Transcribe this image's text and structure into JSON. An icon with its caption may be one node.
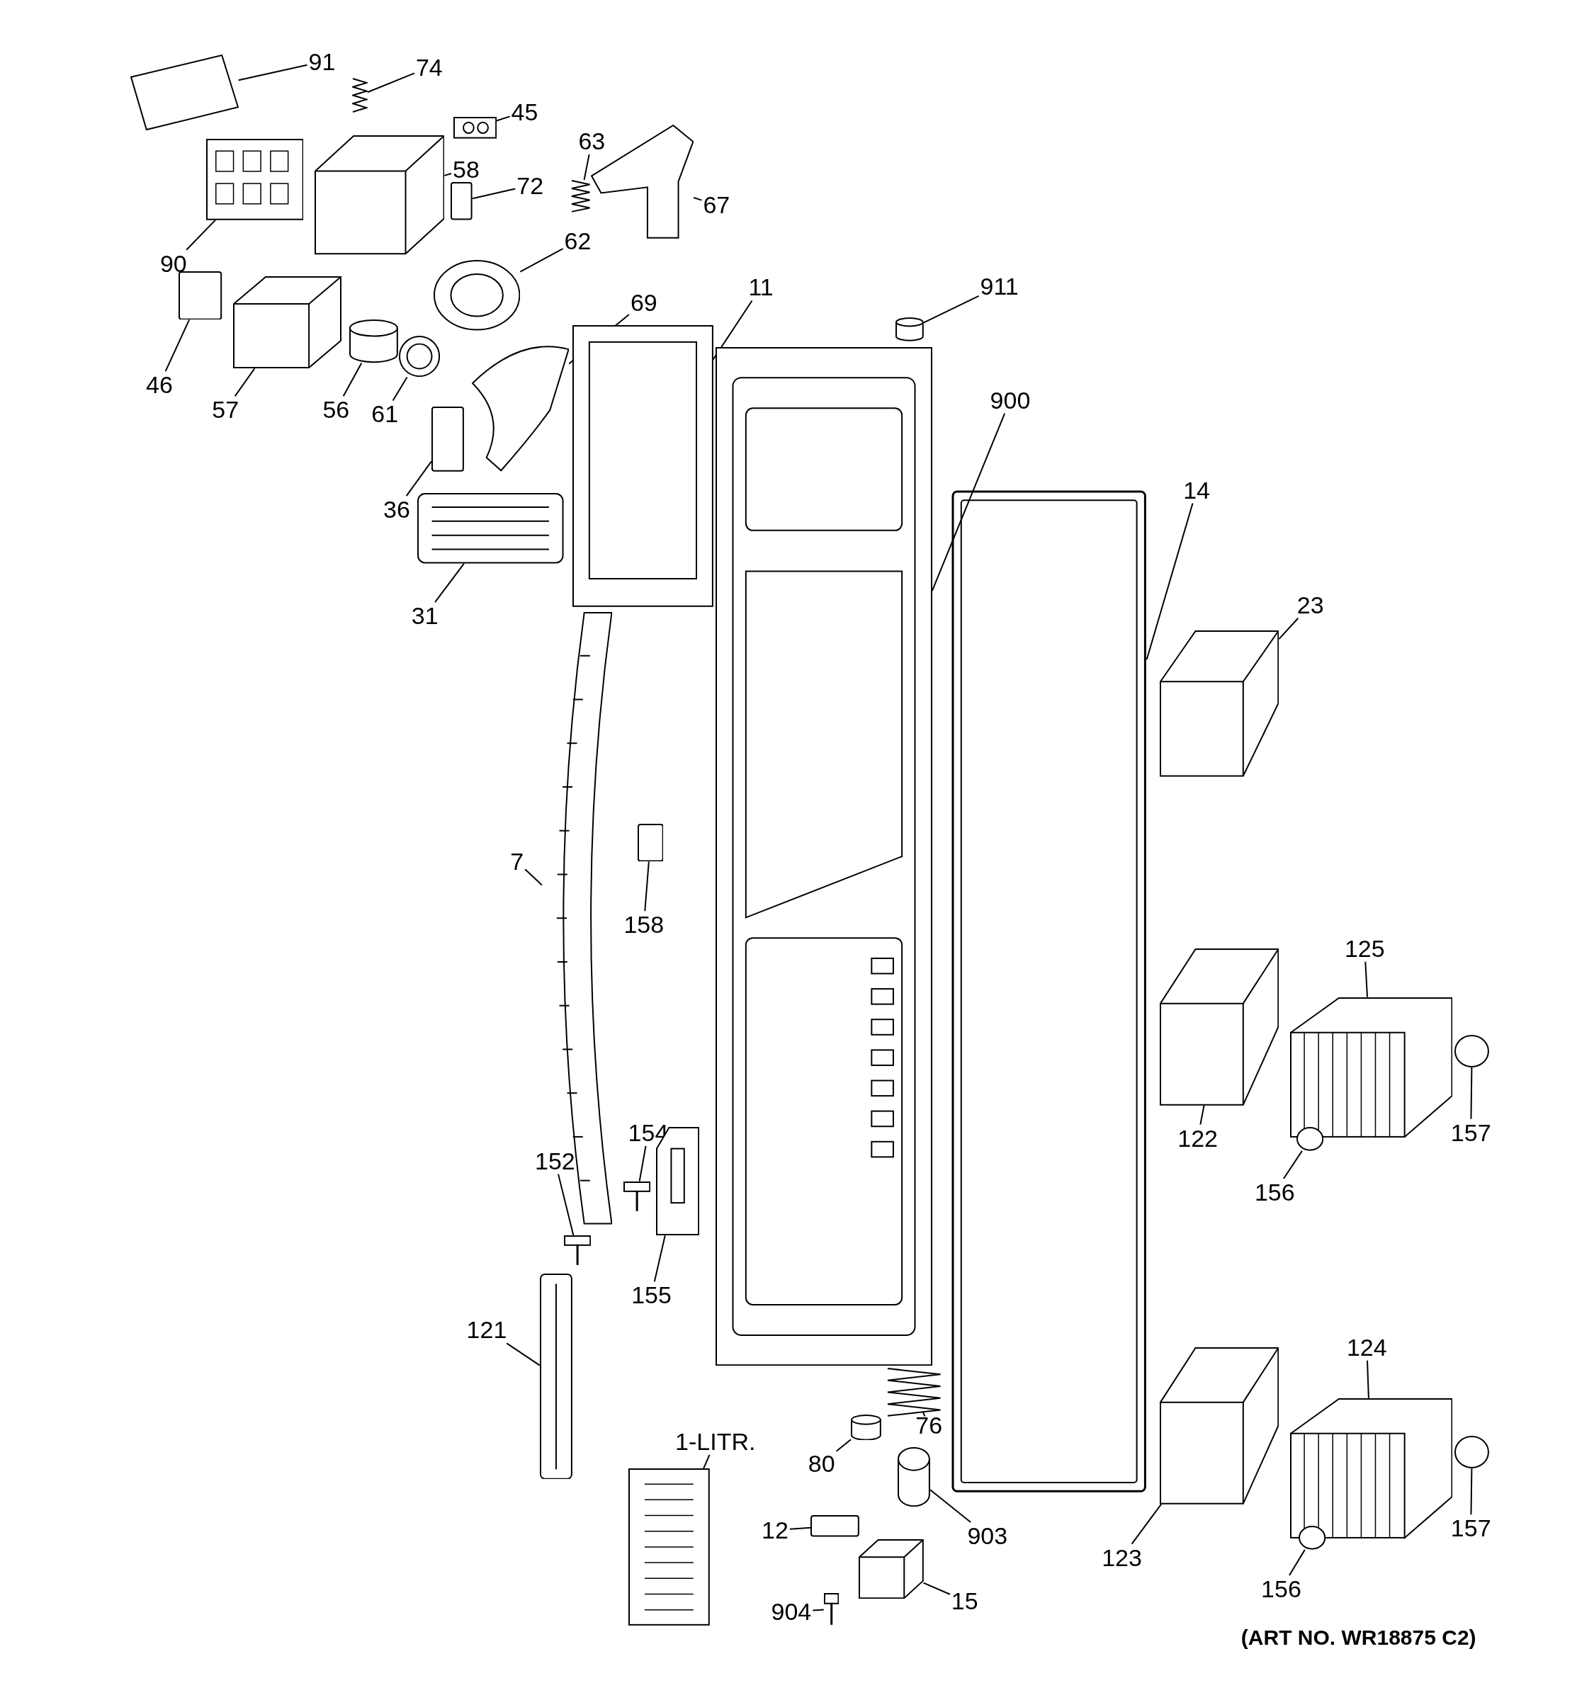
{
  "diagram": {
    "nodes": [
      {
        "text": [
          "91"
        ]
      },
      {
        "text": [
          "74"
        ]
      },
      {
        "text": [
          "45"
        ]
      },
      {
        "text": [
          "63"
        ]
      },
      {
        "text": [
          "67"
        ]
      },
      {
        "text": [
          "58"
        ]
      },
      {
        "text": [
          "72"
        ]
      },
      {
        "text": [
          "90"
        ]
      },
      {
        "text": [
          "62"
        ]
      },
      {
        "text": [
          "46"
        ]
      },
      {
        "text": [
          "57"
        ]
      },
      {
        "text": [
          "56"
        ]
      },
      {
        "text": [
          "61"
        ]
      },
      {
        "text": [
          "69"
        ]
      },
      {
        "text": [
          "11"
        ]
      },
      {
        "text": [
          "911"
        ]
      },
      {
        "text": [
          "900"
        ]
      },
      {
        "text": [
          "36"
        ]
      },
      {
        "text": [
          "31"
        ]
      },
      {
        "text": [
          "14"
        ]
      },
      {
        "text": [
          "23"
        ]
      },
      {
        "text": [
          "7"
        ]
      },
      {
        "text": [
          "158"
        ]
      },
      {
        "text": [
          "125"
        ]
      },
      {
        "text": [
          "157"
        ]
      },
      {
        "text": [
          "122"
        ]
      },
      {
        "text": [
          "156"
        ]
      },
      {
        "text": [
          "154"
        ]
      },
      {
        "text": [
          "152"
        ]
      },
      {
        "text": [
          "155"
        ]
      },
      {
        "text": [
          "121"
        ]
      },
      {
        "text": [
          "124"
        ]
      },
      {
        "text": [
          "157"
        ]
      },
      {
        "text": [
          "123"
        ]
      },
      {
        "text": [
          "156"
        ]
      },
      {
        "text": [
          "76"
        ]
      },
      {
        "text": [
          "80"
        ]
      },
      {
        "text": [
          "1-LITR."
        ]
      },
      {
        "text": [
          "12"
        ]
      },
      {
        "text": [
          "903"
        ]
      },
      {
        "text": [
          "904"
        ]
      },
      {
        "text": [
          "15"
        ]
      },
      {
        "text": [],
        "shape": "picture"
      },
      {
        "text": [],
        "shape": "picture"
      },
      {
        "text": [],
        "shape": "picture"
      },
      {
        "text": [],
        "shape": "picture"
      },
      {
        "text": [],
        "shape": "picture"
      },
      {
        "text": [],
        "shape": "picture"
      },
      {
        "text": [],
        "shape": "box"
      },
      {
        "text": [],
        "shape": "picture"
      },
      {
        "text": [],
        "shape": "picture"
      },
      {
        "text": [],
        "shape": "box"
      },
      {
        "text": [],
        "shape": "picture"
      },
      {
        "text": [],
        "shape": "cylinder"
      },
      {
        "text": [],
        "shape": "picture"
      },
      {
        "text": [],
        "shape": "picture"
      },
      {
        "text": [],
        "shape": "picture"
      },
      {
        "text": [],
        "shape": "cylinder"
      },
      {
        "text": [],
        "shape": "picture"
      },
      {
        "text": [],
        "shape": "box"
      },
      {
        "text": [],
        "shape": "picture"
      },
      {
        "text": [],
        "shape": "picture"
      },
      {
        "text": [],
        "shape": "picture"
      },
      {
        "text": [],
        "shape": "picture"
      },
      {
        "text": [],
        "shape": "box"
      },
      {
        "text": [],
        "shape": "picture"
      },
      {
        "text": [],
        "shape": "circle"
      },
      {
        "text": [],
        "shape": "picture"
      },
      {
        "text": [],
        "shape": "circle"
      },
      {
        "text": [],
        "shape": "picture"
      },
      {
        "text": [],
        "shape": "picture"
      },
      {
        "text": [],
        "shape": "picture"
      },
      {
        "text": [],
        "shape": "picture"
      },
      {
        "text": [],
        "shape": "picture"
      },
      {
        "text": [],
        "shape": "circle"
      },
      {
        "text": [],
        "shape": "picture"
      },
      {
        "text": [],
        "shape": "circle"
      },
      {
        "text": [],
        "shape": "picture"
      },
      {
        "text": [],
        "shape": "cylinder"
      },
      {
        "text": [],
        "shape": "picture"
      },
      {
        "text": [],
        "shape": "box"
      },
      {
        "text": [],
        "shape": "cylinder"
      },
      {
        "text": [],
        "shape": "picture"
      },
      {
        "text": [],
        "shape": "picture"
      }
    ],
    "edges": [
      {
        "from": 0,
        "to": 42,
        "arrow": "none"
      },
      {
        "from": 1,
        "to": 43,
        "arrow": "none"
      },
      {
        "from": 2,
        "to": 44,
        "arrow": "none"
      },
      {
        "from": 3,
        "to": 45,
        "arrow": "none"
      },
      {
        "from": 4,
        "to": 46,
        "arrow": "none"
      },
      {
        "from": 5,
        "to": 47,
        "arrow": "none"
      },
      {
        "from": 6,
        "to": 48,
        "arrow": "none"
      },
      {
        "from": 7,
        "to": 49,
        "arrow": "none"
      },
      {
        "from": 8,
        "to": 50,
        "arrow": "none"
      },
      {
        "from": 9,
        "to": 51,
        "arrow": "none"
      },
      {
        "from": 10,
        "to": 52,
        "arrow": "none"
      },
      {
        "from": 11,
        "to": 53,
        "arrow": "none"
      },
      {
        "from": 12,
        "to": 54,
        "arrow": "none"
      },
      {
        "from": 13,
        "to": 55,
        "arrow": "none"
      },
      {
        "from": 14,
        "to": 56,
        "arrow": "none"
      },
      {
        "from": 15,
        "to": 57,
        "arrow": "none"
      },
      {
        "from": 16,
        "to": 58,
        "arrow": "none"
      },
      {
        "from": 17,
        "to": 59,
        "arrow": "none"
      },
      {
        "from": 18,
        "to": 60,
        "arrow": "none"
      },
      {
        "from": 19,
        "to": 61,
        "arrow": "none"
      },
      {
        "from": 20,
        "to": 62,
        "arrow": "none"
      },
      {
        "from": 21,
        "to": 63,
        "arrow": "none"
      },
      {
        "from": 22,
        "to": 64,
        "arrow": "none"
      },
      {
        "from": 23,
        "to": 65,
        "arrow": "none"
      },
      {
        "from": 24,
        "to": 66,
        "arrow": "none"
      },
      {
        "from": 25,
        "to": 67,
        "arrow": "none"
      },
      {
        "from": 26,
        "to": 68,
        "arrow": "none"
      },
      {
        "from": 27,
        "to": 69,
        "arrow": "none"
      },
      {
        "from": 28,
        "to": 70,
        "arrow": "none"
      },
      {
        "from": 29,
        "to": 71,
        "arrow": "none"
      },
      {
        "from": 30,
        "to": 72,
        "arrow": "none"
      },
      {
        "from": 31,
        "to": 73,
        "arrow": "none"
      },
      {
        "from": 32,
        "to": 74,
        "arrow": "none"
      },
      {
        "from": 33,
        "to": 75,
        "arrow": "none"
      },
      {
        "from": 34,
        "to": 76,
        "arrow": "none"
      },
      {
        "from": 35,
        "to": 77,
        "arrow": "none"
      },
      {
        "from": 36,
        "to": 78,
        "arrow": "none"
      },
      {
        "from": 37,
        "to": 79,
        "arrow": "none"
      },
      {
        "from": 38,
        "to": 80,
        "arrow": "none"
      },
      {
        "from": 39,
        "to": 81,
        "arrow": "none"
      },
      {
        "from": 40,
        "to": 82,
        "arrow": "none"
      },
      {
        "from": 41,
        "to": 83,
        "arrow": "none"
      }
    ],
    "labels": [
      "(ART NO. WR18875 C2)"
    ]
  }
}
